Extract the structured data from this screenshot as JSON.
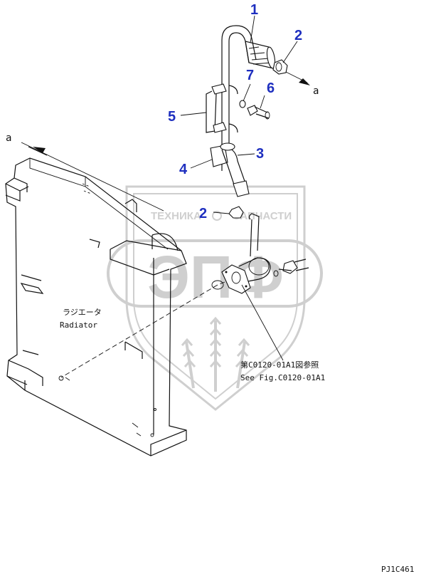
{
  "diagram": {
    "callouts": {
      "c1": "1",
      "c2a": "2",
      "c2b": "2",
      "c3": "3",
      "c4": "4",
      "c5": "5",
      "c6": "6",
      "c7": "7"
    },
    "arrow_labels": {
      "right": "a",
      "left": "a"
    },
    "radiator_label_jp": "ラジエータ",
    "radiator_label_en": "Radiator",
    "reference_jp": "第C0120-01A1図参照",
    "reference_en": "See Fig.C0120-01A1",
    "drawing_code": "PJ1C461",
    "watermark": {
      "line1_left": "ТЕХНИКА",
      "line1_right": "ЗАПЧАСТИ",
      "logo": "ЭПФ"
    },
    "colors": {
      "callout": "#1e2fbf",
      "ink": "#111111",
      "watermark": "#cfcfcf"
    }
  }
}
